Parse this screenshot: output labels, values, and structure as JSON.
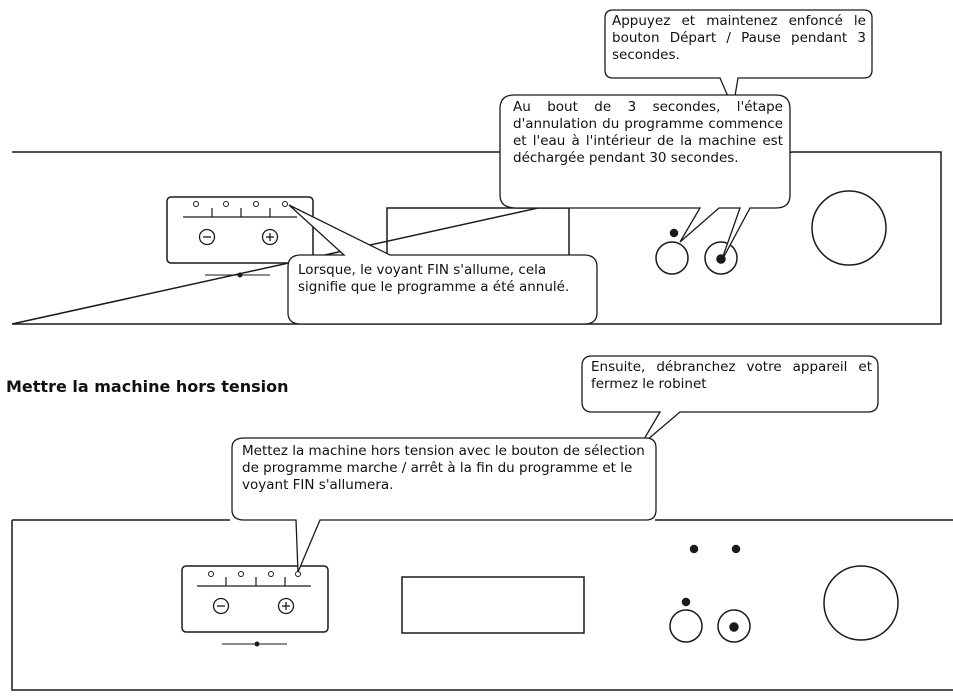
{
  "panel_top": {
    "callout_hold": "Appuyez et maintenez enfoncé le bouton Départ / Pause pendant 3 secondes.",
    "callout_cancel": "Au bout de 3 secondes, l'étape d'annulation du programme commence et l'eau à l'intérieur de la machine est déchargée pendant 30 secondes.",
    "callout_end": "Lorsque, le voyant FIN s'allume, cela signifie que le programme a été annulé."
  },
  "section_title": "Mettre la machine hors tension",
  "panel_bottom": {
    "callout_unplug": "Ensuite, débranchez votre appareil et fermez le robinet",
    "callout_off": "Mettez la machine hors tension avec le bouton de sélection de programme marche / arrêt à la fin du programme et le voyant FIN s'allumera."
  },
  "buttons": {
    "minus_symbol": "−",
    "plus_symbol": "+"
  },
  "colors": {
    "stroke": "#1a1a1a",
    "background": "#ffffff"
  }
}
